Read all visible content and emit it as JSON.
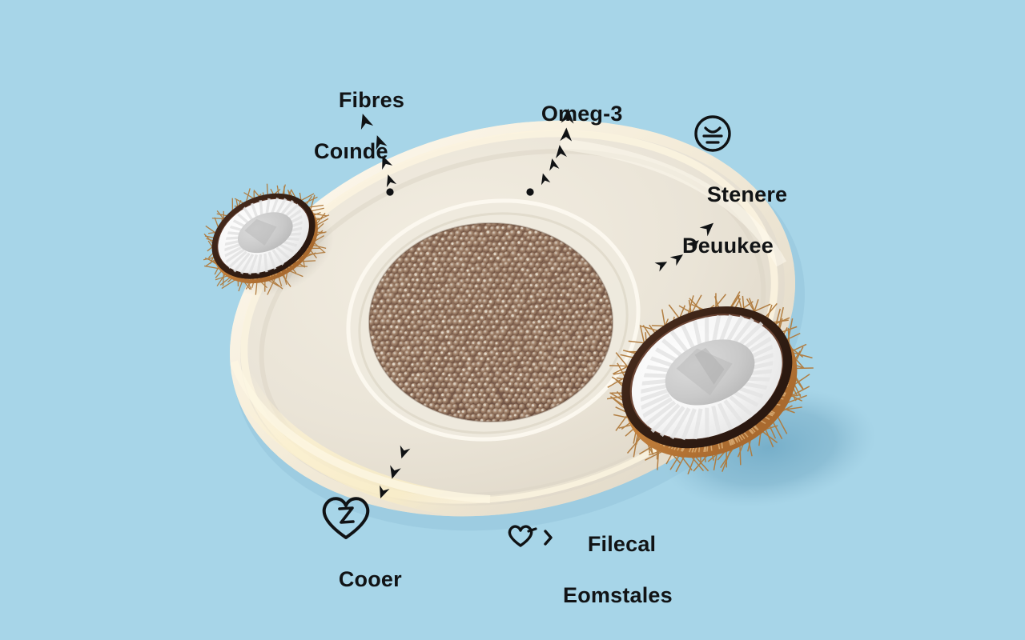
{
  "scene": {
    "type": "illustration",
    "subject": "coconut-and-seeds-infographic",
    "background_color": "#a7d5e8",
    "plate_color": "#e9e3d6",
    "plate_rim_highlight": "#f7f0dc",
    "seed_color": "#8a6a55",
    "coconut_husk_color": "#c8833f",
    "coconut_shell_color": "#3c2318",
    "coconut_flesh_color": "#f7f7f7",
    "text_color": "#111315",
    "shadow_color": "#7fb3cc"
  },
  "labels": [
    {
      "id": "fibres",
      "line1": "Fibres",
      "line2": "Coınde",
      "icon": "none",
      "arrow_direction": "up-left",
      "arrow_count": 4
    },
    {
      "id": "omega3",
      "line1": "Omeg-3",
      "line2": "",
      "icon": "none",
      "arrow_direction": "up",
      "arrow_count": 5
    },
    {
      "id": "stenere",
      "line1": "Stenere",
      "line2": "Deuukee",
      "icon": "face-circle-icon",
      "arrow_direction": "up-right",
      "arrow_count": 4
    },
    {
      "id": "cooer",
      "line1": "Cooer",
      "line2": "",
      "icon": "heart-icon",
      "arrow_direction": "down-left",
      "arrow_count": 3
    },
    {
      "id": "filecal",
      "line1": "Filecal",
      "line2": "Eomstales",
      "icon": "mini-heart-icon",
      "chevron": "›",
      "arrow_direction": "none",
      "arrow_count": 0
    }
  ],
  "objects": [
    {
      "name": "plate",
      "description": "large cream ceramic plate"
    },
    {
      "name": "seed-bowl",
      "description": "round bed of brown seeds at plate center"
    },
    {
      "name": "coconut-half-small",
      "description": "halved coconut upper left on plate"
    },
    {
      "name": "coconut-half-large",
      "description": "halved coconut lower right on plate"
    }
  ]
}
